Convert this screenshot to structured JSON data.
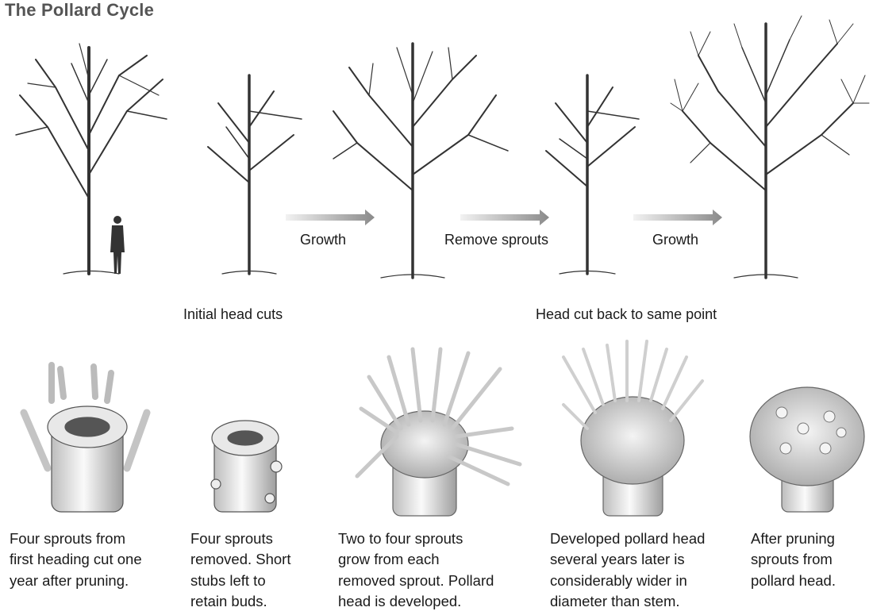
{
  "title": "The Pollard Cycle",
  "arrows": [
    {
      "label": "Growth"
    },
    {
      "label": "Remove sprouts"
    },
    {
      "label": "Growth"
    }
  ],
  "head_labels": [
    "Initial head cuts",
    "Head cut back to same point"
  ],
  "captions": [
    [
      "Four sprouts from",
      "first heading cut one",
      "year after pruning."
    ],
    [
      "Four sprouts",
      "removed. Short",
      "stubs left to",
      "retain buds."
    ],
    [
      "Two to four sprouts",
      "grow from each",
      "removed sprout. Pollard",
      "head is developed."
    ],
    [
      "Developed pollard head",
      "several years later is",
      "considerably wider in",
      "diameter than stem."
    ],
    [
      "After pruning",
      "sprouts from",
      "pollard head."
    ]
  ]
}
